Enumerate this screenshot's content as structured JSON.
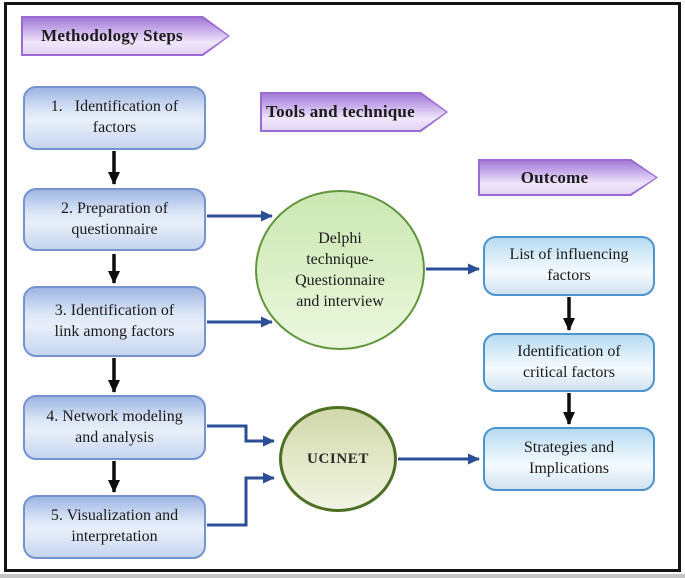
{
  "banners": {
    "methodology": {
      "label": "Methodology Steps"
    },
    "tools": {
      "label": "Tools and technique"
    },
    "outcome": {
      "label": "Outcome"
    }
  },
  "steps": [
    {
      "lines": [
        "1.   Identification of",
        "factors"
      ]
    },
    {
      "lines": [
        "2. Preparation of",
        "questionnaire"
      ]
    },
    {
      "lines": [
        "3. Identification of",
        "link among factors"
      ]
    },
    {
      "lines": [
        "4. Network modeling",
        "and analysis"
      ]
    },
    {
      "lines": [
        "5. Visualization and",
        "interpretation"
      ]
    }
  ],
  "tools": [
    {
      "lines": [
        "Delphi",
        "technique-",
        "Questionnaire",
        "and interview"
      ]
    },
    {
      "lines": [
        "UCINET"
      ]
    }
  ],
  "outcomes": [
    {
      "lines": [
        "List of influencing",
        "factors"
      ]
    },
    {
      "lines": [
        "Identification of",
        "critical factors"
      ]
    },
    {
      "lines": [
        "Strategies and",
        "Implications"
      ]
    }
  ],
  "colors": {
    "banner_border": "#9b6bd3",
    "banner_fill_top": "#a47dd8",
    "step_box_border": "#7593cf",
    "outcome_box_border": "#4b94cd",
    "delphi_border": "#61953c",
    "ucinet_border": "#4d7024",
    "blue_arrow": "#2b4e94",
    "black_arrow": "#0d0d0d",
    "frame": "#141414"
  }
}
